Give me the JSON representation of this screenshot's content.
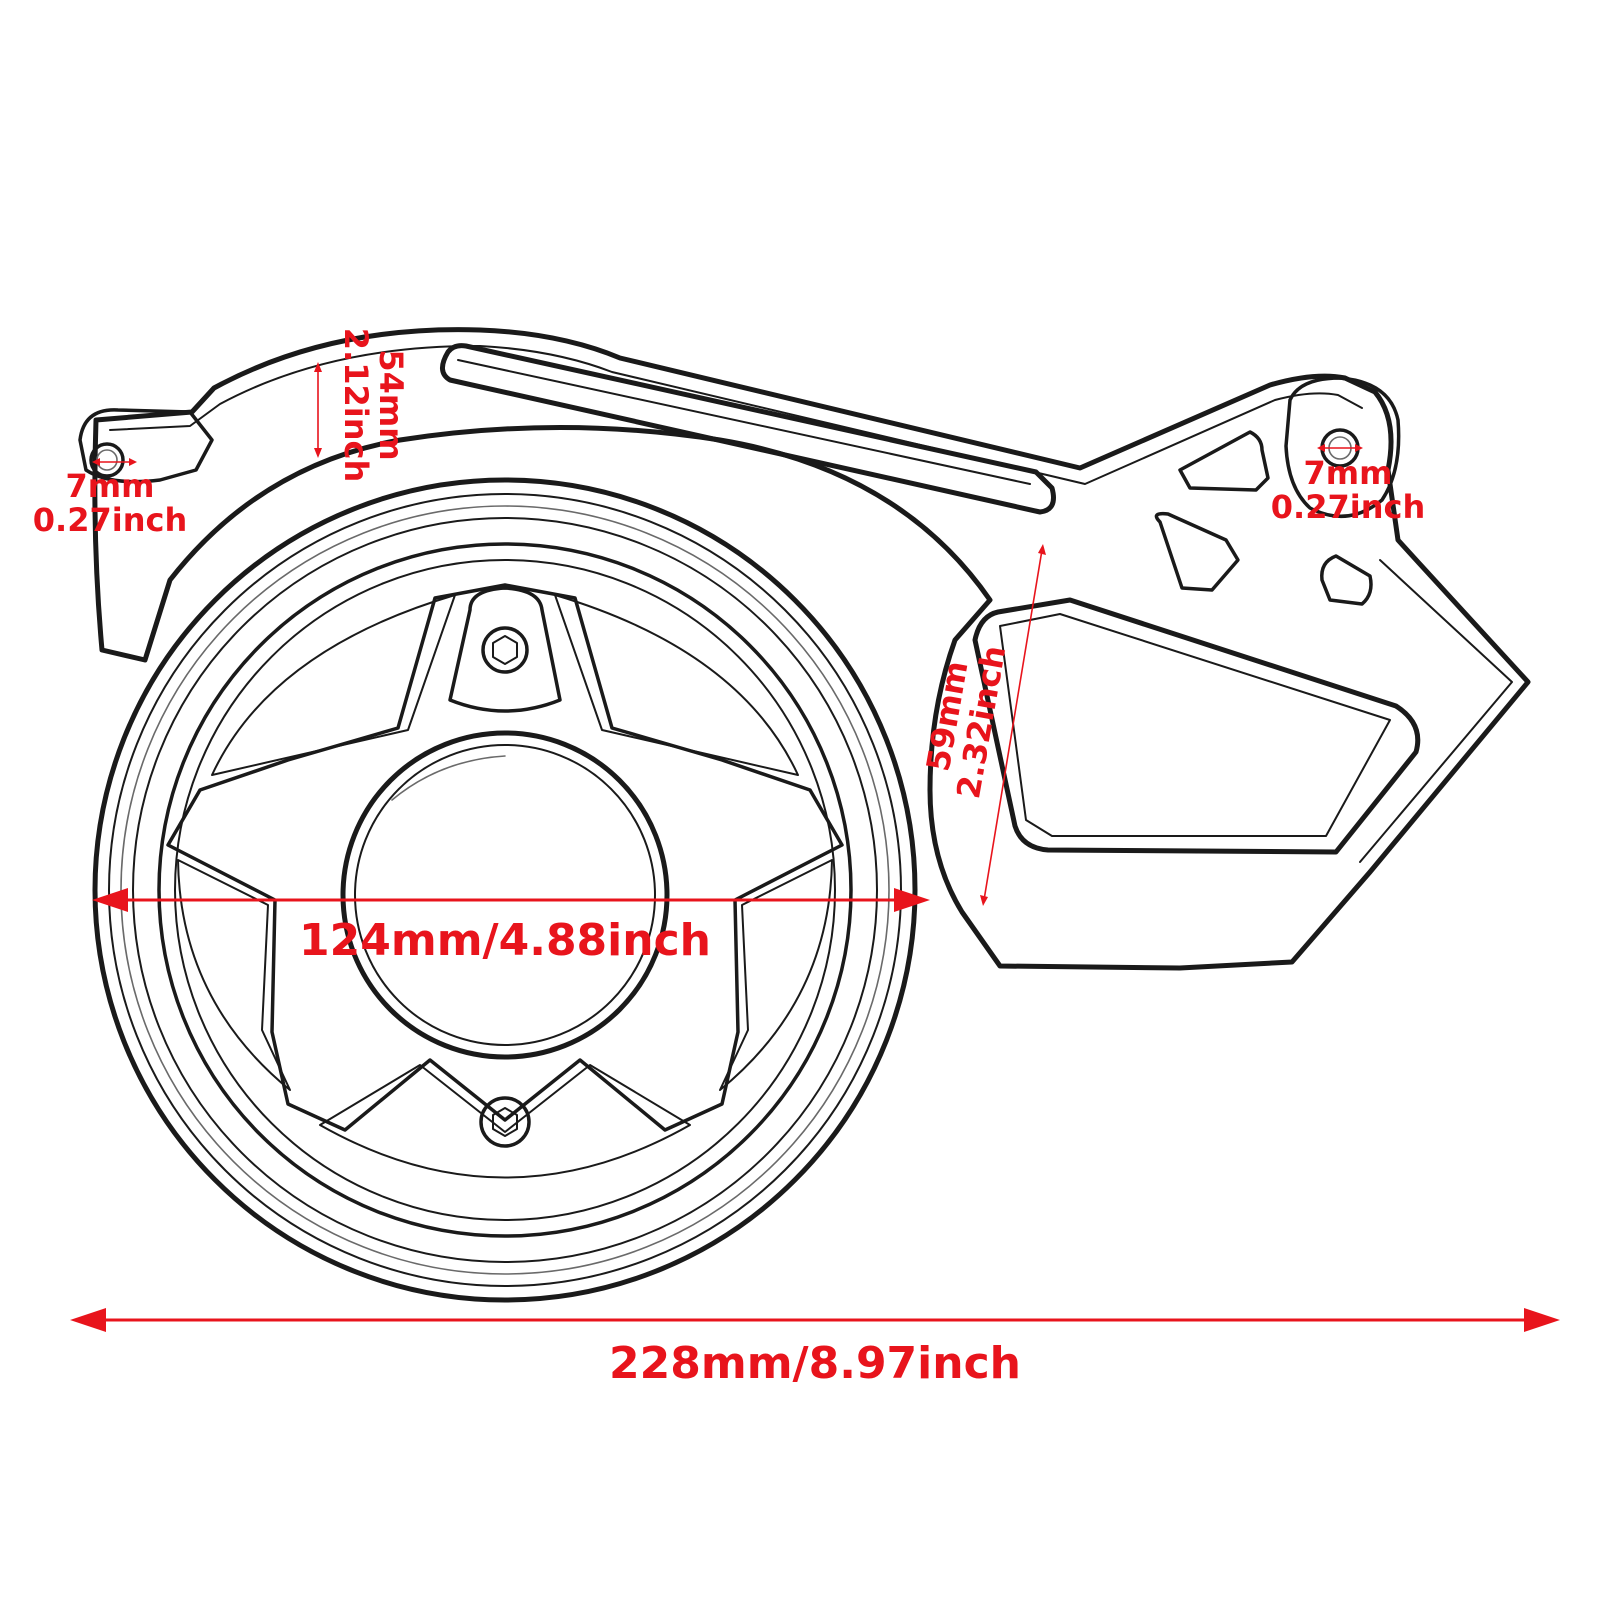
{
  "colors": {
    "dimension": "#e8141c",
    "outline": "#1a1a1a",
    "background": "#ffffff"
  },
  "dimensions": {
    "hole_left": {
      "mm": "7mm",
      "inch": "0.27inch"
    },
    "hole_right": {
      "mm": "7mm",
      "inch": "0.27inch"
    },
    "top_height": {
      "mm": "54mm",
      "inch": "2.12inch"
    },
    "right_height": {
      "mm": "59mm",
      "inch": "2.32inch"
    },
    "disc_diameter": {
      "text": "124mm/4.88inch"
    },
    "overall_length": {
      "text": "228mm/8.97inch"
    }
  }
}
